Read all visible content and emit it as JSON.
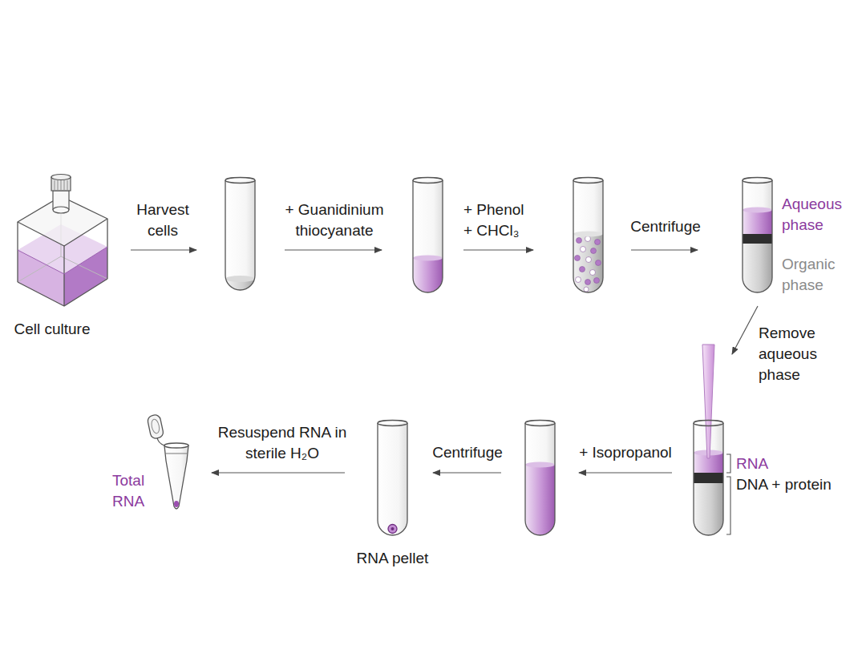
{
  "diagram": {
    "nodes": [
      {
        "text": [
          "Cell culture"
        ]
      },
      {
        "text": [
          "Aqueous phase",
          "Organic phase"
        ]
      },
      {
        "text": [
          "RNA",
          "DNA + protein"
        ]
      },
      {
        "text": [
          "RNA pellet"
        ]
      },
      {
        "text": [
          "Total RNA"
        ]
      }
    ],
    "edges": [
      {
        "from": 1,
        "to": 2,
        "label": "Remove aqueous phase",
        "arrow": "to"
      },
      {
        "from": 3,
        "to": 4,
        "label": "Resuspend RNA in sterile H₂O",
        "arrow": "to"
      }
    ],
    "labels": [
      "Harvest cells",
      "+ Guanidinium thiocyanate",
      "+ Phenol + CHCl₃",
      "Centrifuge",
      "+ Isopropanol",
      "Centrifuge"
    ]
  }
}
